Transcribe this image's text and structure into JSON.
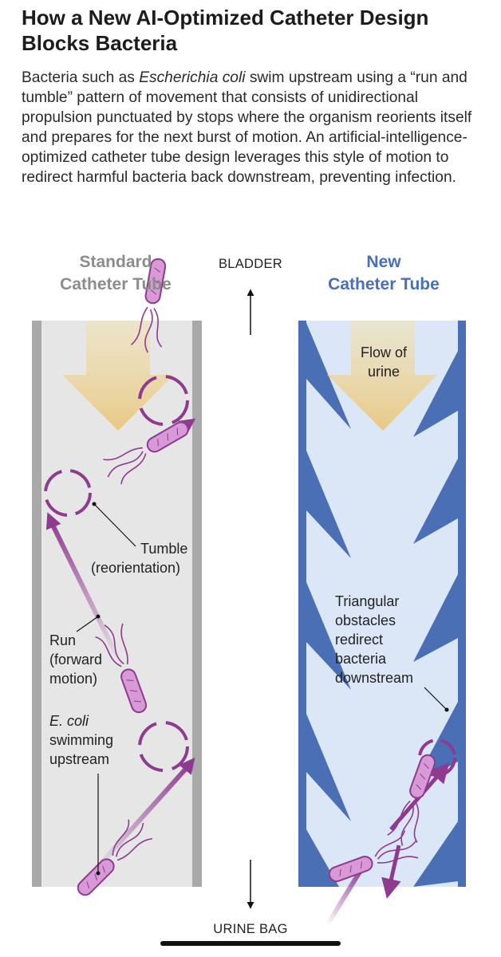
{
  "title": "How a New AI-Optimized Catheter Design Blocks Bacteria",
  "intro": {
    "part1": "Bacteria such as ",
    "species": "Escherichia coli",
    "part2": " swim upstream using a “run and tumble” pattern of movement that consists of unidirectional propulsion punctuated by stops where the organism reorients itself and prepares for the next burst of motion. An artificial-intelligence-optimized catheter tube design leverages this style of motion to redirect harmful bacteria back downstream, preventing infection."
  },
  "standard_tube": {
    "title_line1": "Standard",
    "title_line2": "Catheter Tube",
    "labels": {
      "tumble_line1": "Tumble",
      "tumble_line2": "(reorientation)",
      "run_line1": "Run",
      "run_line2": "(forward",
      "run_line3": "motion)",
      "ecoli_line1": "E. coli",
      "ecoli_line2": "swimming",
      "ecoli_line3": "upstream"
    }
  },
  "new_tube": {
    "title_line1": "New",
    "title_line2": "Catheter Tube",
    "labels": {
      "flow_line1": "Flow of",
      "flow_line2": "urine",
      "tri_line1": "Triangular",
      "tri_line2": "obstacles",
      "tri_line3": "redirect",
      "tri_line4": "bacteria",
      "tri_line5": "downstream"
    }
  },
  "direction": {
    "up": "BLADDER",
    "down": "URINE BAG"
  },
  "colors": {
    "standard_tube_fill": "#e6e6e6",
    "standard_tube_wall": "#a9a9a9",
    "new_tube_fill": "#dbe7f6",
    "new_tube_wall": "#4a6fb5",
    "flow_arrow": "#ecd9a6",
    "bacteria": "#8e3a8f",
    "bacteria_body": "#d79ad6"
  }
}
